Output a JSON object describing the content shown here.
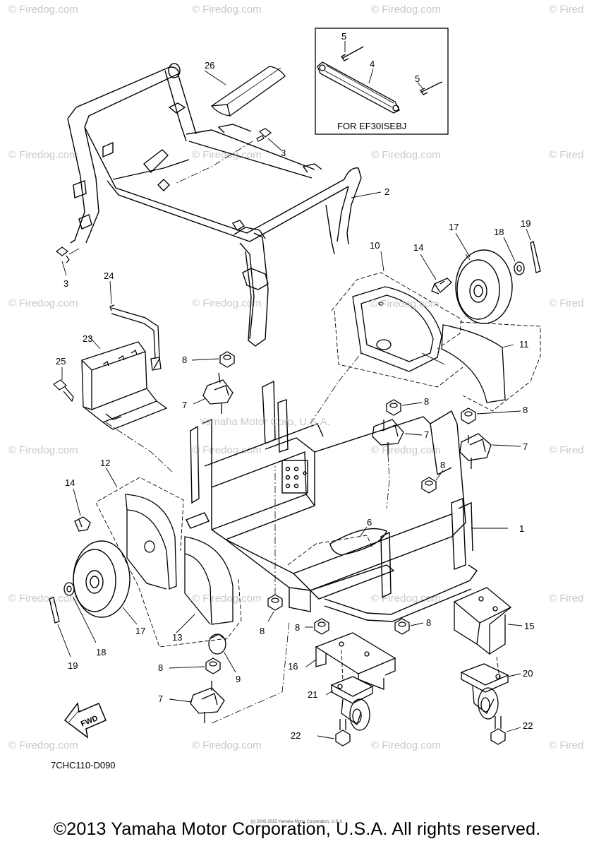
{
  "watermark_text": "© Firedog.com",
  "watermark_edge_text": "© Fired",
  "center_watermark_text": "© Firedog.com",
  "center_watermark_2": "Yamaha Motor Corp, U.S.A.",
  "inset_label": "FOR EF30ISEBJ",
  "diagram_code": "7CHC110-D090",
  "fwd_label": "FWD",
  "footer_text": "©2013 Yamaha Motor Corporation, U.S.A. All rights reserved.",
  "footer_small": "(c) 2005-2015 Yamaha Motor Corporation, U.S.A.",
  "callouts": {
    "c5a": "5",
    "c4": "4",
    "c5b": "5",
    "c26": "26",
    "c3a": "3",
    "c2": "2",
    "c3b": "3",
    "c24": "24",
    "c10": "10",
    "c14a": "14",
    "c17a": "17",
    "c18a": "18",
    "c19a": "19",
    "c11": "11",
    "c23": "23",
    "c25": "25",
    "c8a": "8",
    "c7a": "7",
    "c8b": "8",
    "c8c": "8",
    "c7b": "7",
    "c7c": "7",
    "c12": "12",
    "c14b": "14",
    "c8d": "8",
    "c6": "6",
    "c1": "1",
    "c17b": "17",
    "c18b": "18",
    "c19b": "19",
    "c13": "13",
    "c8e": "8",
    "c8f": "8",
    "c8g": "8",
    "c15": "15",
    "c9": "9",
    "c8h": "8",
    "c16": "16",
    "c20": "20",
    "c7d": "7",
    "c21": "21",
    "c22a": "22",
    "c22b": "22"
  }
}
